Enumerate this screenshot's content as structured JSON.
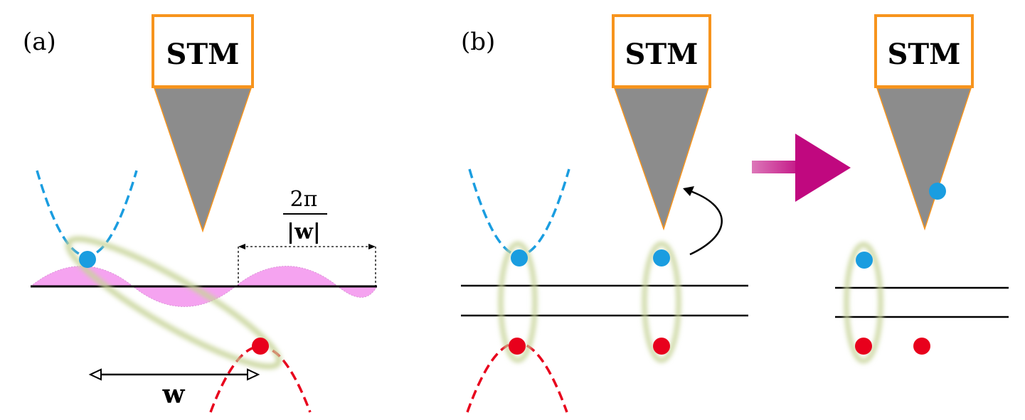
{
  "panels": {
    "a": {
      "label": "(a)"
    },
    "b": {
      "label": "(b)"
    }
  },
  "tip_label": "STM",
  "wavelength": {
    "numerator": "2π",
    "denominator": "|w|"
  },
  "vector_label": "w",
  "colors": {
    "tip_frame": "#f7941d",
    "tip_body": "#8c8c8c",
    "electron": "#1a9de0",
    "hole": "#e8001c",
    "conduction_band": "#1a9de0",
    "valence_band": "#e8001c",
    "density_wave": "#f5a3f0",
    "exciton_halo": "#c8d49a",
    "arrow": "#c0087f"
  }
}
